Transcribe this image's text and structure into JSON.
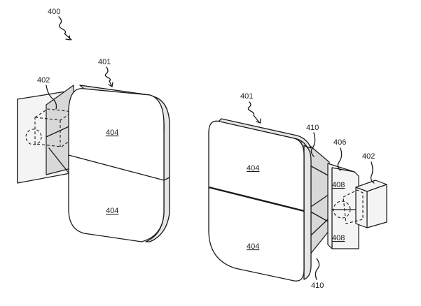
{
  "labels": {
    "fig": "400",
    "left_panel": "401",
    "left_module": "402",
    "left_top": "404",
    "left_bottom": "404",
    "right_panel": "401",
    "right_module": "402",
    "right_frame": "410",
    "right_frame_bottom": "410",
    "right_bracket": "406",
    "right_top": "404",
    "right_bottom": "404",
    "bracket_upper": "408",
    "bracket_lower": "408"
  }
}
